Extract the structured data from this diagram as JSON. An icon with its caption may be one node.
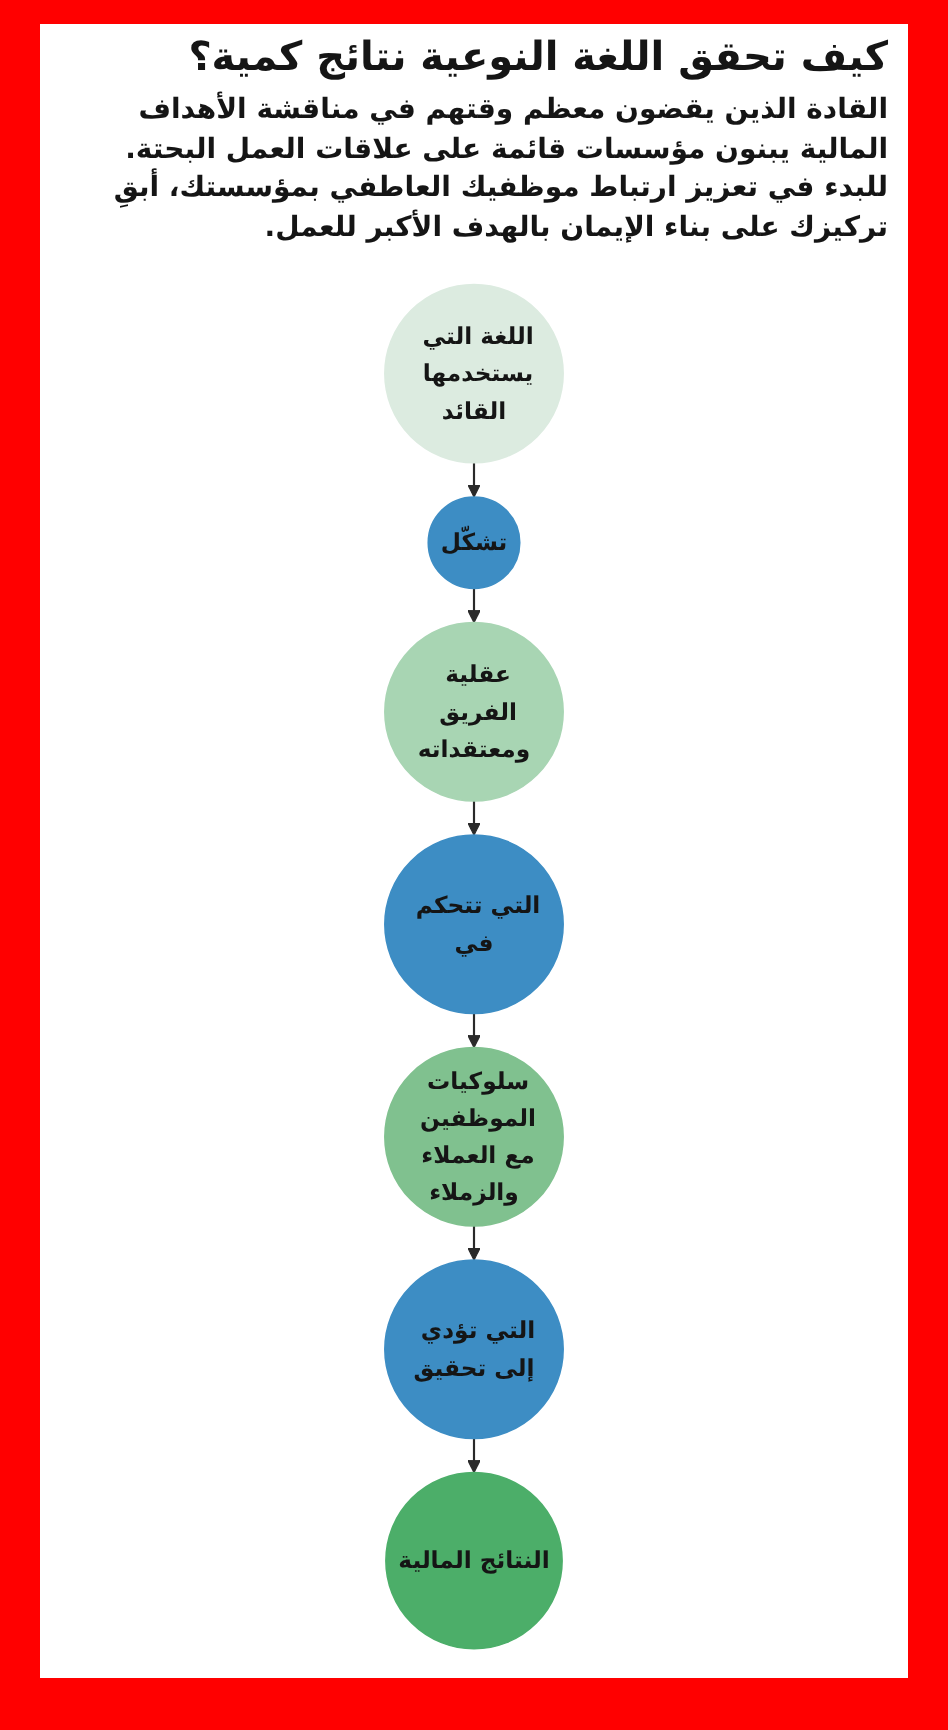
{
  "diagram": {
    "title": "كيف تحقق اللغة النوعية نتائج كمية؟",
    "nodes": [
      {
        "text": [
          "اللغة التي يستخدمها القائد"
        ]
      },
      {
        "text": [
          "تشكّل"
        ]
      },
      {
        "text": [
          "عقلية الفريق ومعتقداته"
        ]
      },
      {
        "text": [
          "التي تتحكم في"
        ]
      },
      {
        "text": [
          "سلوكيات الموظفين مع العملاء والزملاء"
        ]
      },
      {
        "text": [
          "التي تؤدي إلى تحقيق"
        ]
      },
      {
        "text": [
          "النتائج المالية"
        ]
      }
    ],
    "edges": [
      {
        "from": 0,
        "to": 1,
        "arrow": "to"
      },
      {
        "from": 1,
        "to": 2,
        "arrow": "to"
      },
      {
        "from": 2,
        "to": 3,
        "arrow": "to"
      },
      {
        "from": 3,
        "to": 4,
        "arrow": "to"
      },
      {
        "from": 4,
        "to": 5,
        "arrow": "to"
      },
      {
        "from": 5,
        "to": 6,
        "arrow": "to"
      }
    ],
    "labels": [
      "القادة الذين يقضون معظم وقتهم في مناقشة الأهداف المالية يبنون مؤسسات قائمة على علاقات العمل البحتة. للبدء في تعزيز ارتباط موظفيك العاطفي بمؤسستك، أبقِ تركيزك على بناء الإيمان بالهدف الأكبر للعمل."
    ]
  }
}
